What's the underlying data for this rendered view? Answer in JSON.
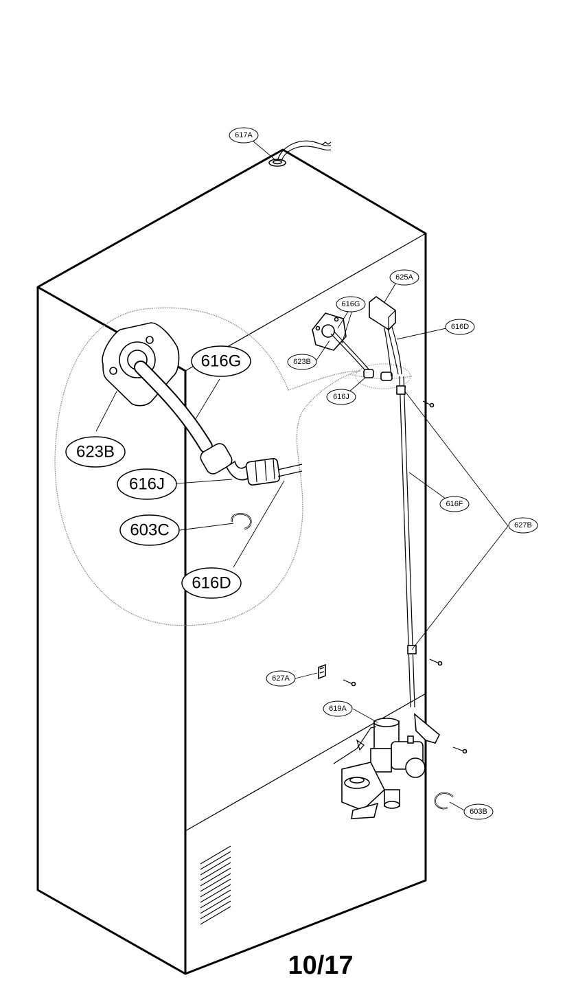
{
  "callouts_small": {
    "c617A": "617A",
    "c625A": "625A",
    "c616G": "616G",
    "c616D": "616D",
    "c623B": "623B",
    "c616J": "616J",
    "c616F": "616F",
    "c627B": "627B",
    "c627A": "627A",
    "c619A": "619A",
    "c603B": "603B"
  },
  "callouts_large": {
    "c616G": "616G",
    "c623B": "623B",
    "c616J": "616J",
    "c603C": "603C",
    "c616D": "616D"
  },
  "page_number": "10/17"
}
